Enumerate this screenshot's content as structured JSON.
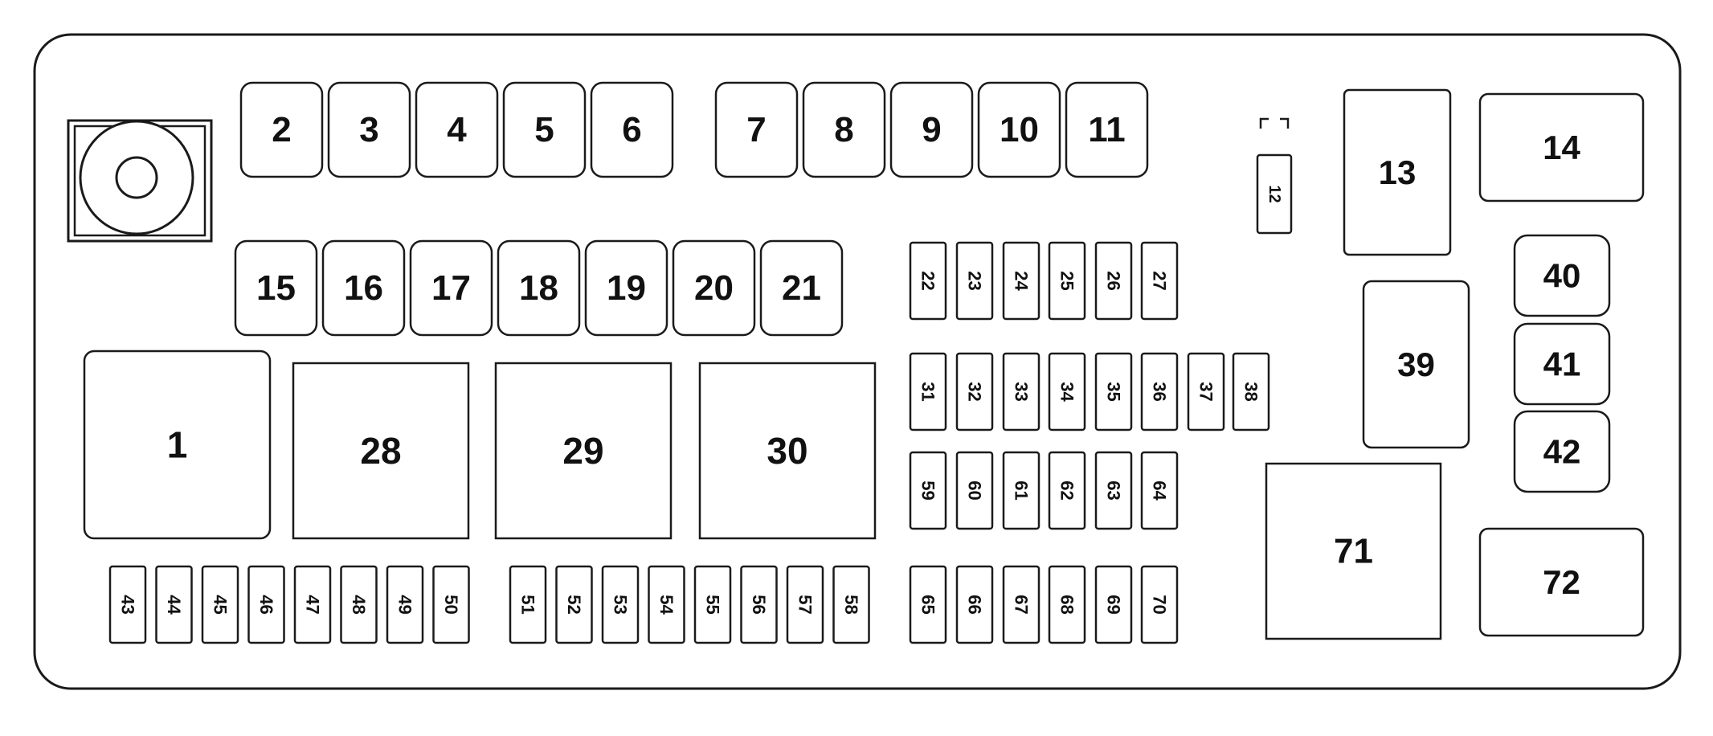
{
  "fuses": {
    "f1": "1",
    "f2": "2",
    "f3": "3",
    "f4": "4",
    "f5": "5",
    "f6": "6",
    "f7": "7",
    "f8": "8",
    "f9": "9",
    "f10": "10",
    "f11": "11",
    "f12": "12",
    "f13": "13",
    "f14": "14",
    "f15": "15",
    "f16": "16",
    "f17": "17",
    "f18": "18",
    "f19": "19",
    "f20": "20",
    "f21": "21",
    "f22": "22",
    "f23": "23",
    "f24": "24",
    "f25": "25",
    "f26": "26",
    "f27": "27",
    "f28": "28",
    "f29": "29",
    "f30": "30",
    "f31": "31",
    "f32": "32",
    "f33": "33",
    "f34": "34",
    "f35": "35",
    "f36": "36",
    "f37": "37",
    "f38": "38",
    "f39": "39",
    "f40": "40",
    "f41": "41",
    "f42": "42",
    "f43": "43",
    "f44": "44",
    "f45": "45",
    "f46": "46",
    "f47": "47",
    "f48": "48",
    "f49": "49",
    "f50": "50",
    "f51": "51",
    "f52": "52",
    "f53": "53",
    "f54": "54",
    "f55": "55",
    "f56": "56",
    "f57": "57",
    "f58": "58",
    "f59": "59",
    "f60": "60",
    "f61": "61",
    "f62": "62",
    "f63": "63",
    "f64": "64",
    "f65": "65",
    "f66": "66",
    "f67": "67",
    "f68": "68",
    "f69": "69",
    "f70": "70",
    "f71": "71",
    "f72": "72"
  },
  "colors": {
    "line": "#1a1a1a",
    "background": "#ffffff"
  },
  "icons": {
    "terminal": "terminal-stud-icon"
  }
}
